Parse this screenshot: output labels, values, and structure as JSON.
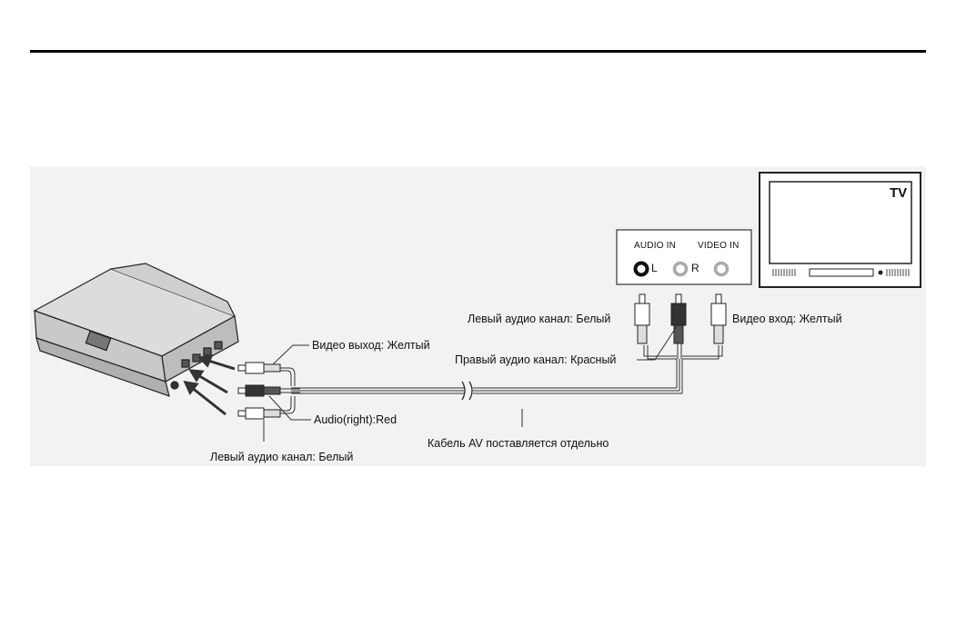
{
  "tv": {
    "label": "TV"
  },
  "panel": {
    "audio_in": "AUDIO IN",
    "video_in": "VIDEO IN",
    "left": "L",
    "right": "R"
  },
  "labels": {
    "video_out": "Видео выход: Желтый",
    "audio_right_player": "Audio(right):Red",
    "left_audio_player": "Левый аудио канал: Белый",
    "cable": "Кабель AV поставляется отдельно",
    "left_audio_tv": "Левый аудио канал: Белый",
    "right_audio_tv": "Правый аудио канал: Красный",
    "video_in_tv": "Видео вход: Желтый"
  }
}
